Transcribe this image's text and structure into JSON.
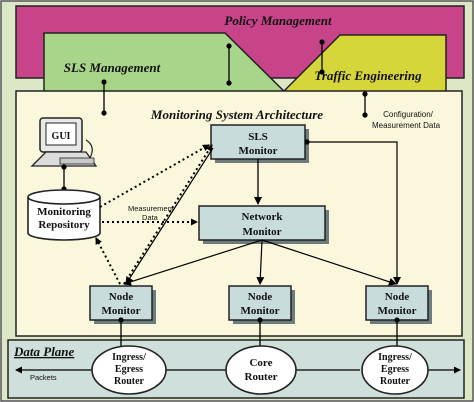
{
  "layers": {
    "policy": "Policy Management",
    "sls": "SLS Management",
    "te": "Traffic Engineering",
    "monitoring": "Monitoring System Architecture",
    "data_plane": "Data Plane"
  },
  "nodes": {
    "gui": "GUI",
    "repository": [
      "Monitoring",
      "Repository"
    ],
    "sls_monitor": [
      "SLS",
      "Monitor"
    ],
    "network_monitor": [
      "Network",
      "Monitor"
    ],
    "node_monitor_1": [
      "Node",
      "Monitor"
    ],
    "node_monitor_2": [
      "Node",
      "Monitor"
    ],
    "node_monitor_3": [
      "Node",
      "Monitor"
    ],
    "router_left": [
      "Ingress/",
      "Egress",
      "Router"
    ],
    "router_core": [
      "Core",
      "Router"
    ],
    "router_right": [
      "Ingress/",
      "Egress",
      "Router"
    ]
  },
  "annotations": {
    "config": [
      "Configuration/",
      "Measurement Data"
    ],
    "measurement": [
      "Measurement",
      "Data"
    ],
    "packets": "Packets"
  },
  "colors": {
    "policy_fill": "#c8448a",
    "sls_fill": "#a9d58b",
    "te_fill": "#d6d63b",
    "panel_fill": "#fbf7dc",
    "box_fill": "#c9dcdc",
    "dataplane_fill": "#cfe0dc",
    "outer_fill": "#dce7c6"
  }
}
